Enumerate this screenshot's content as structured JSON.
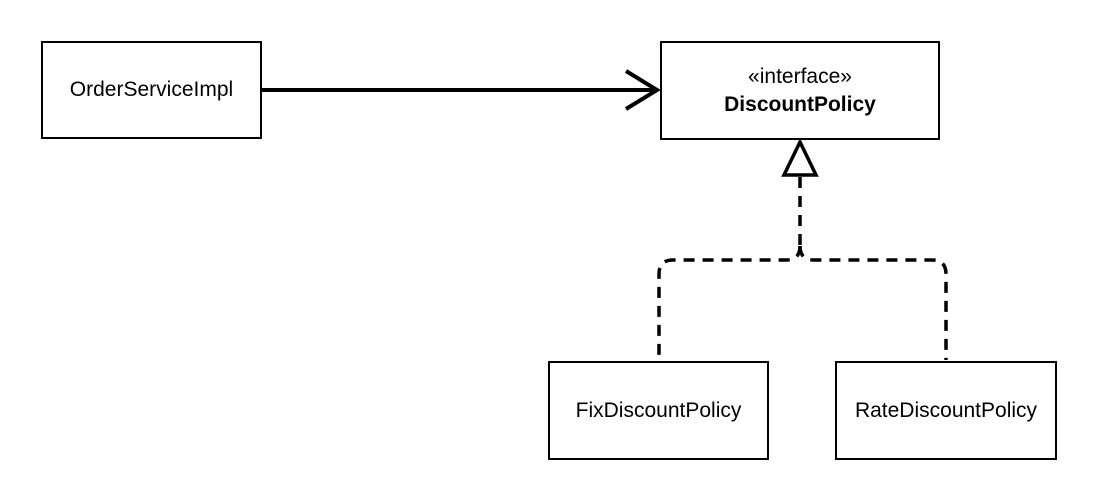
{
  "diagram": {
    "type": "uml-class-diagram",
    "background": "#ffffff",
    "stroke_color": "#000000",
    "nodes": [
      {
        "id": "order-service-impl",
        "label": "OrderServiceImpl"
      },
      {
        "id": "discount-policy",
        "stereotype": "«interface»",
        "label": "DiscountPolicy"
      },
      {
        "id": "fix-discount-policy",
        "label": "FixDiscountPolicy"
      },
      {
        "id": "rate-discount-policy",
        "label": "RateDiscountPolicy"
      }
    ],
    "edges": [
      {
        "from": "OrderServiceImpl",
        "to": "DiscountPolicy",
        "type": "dependency",
        "style": "solid-open-arrow"
      },
      {
        "from": "FixDiscountPolicy",
        "to": "DiscountPolicy",
        "type": "realization",
        "style": "dashed-hollow-triangle"
      },
      {
        "from": "RateDiscountPolicy",
        "to": "DiscountPolicy",
        "type": "realization",
        "style": "dashed-hollow-triangle"
      }
    ]
  }
}
